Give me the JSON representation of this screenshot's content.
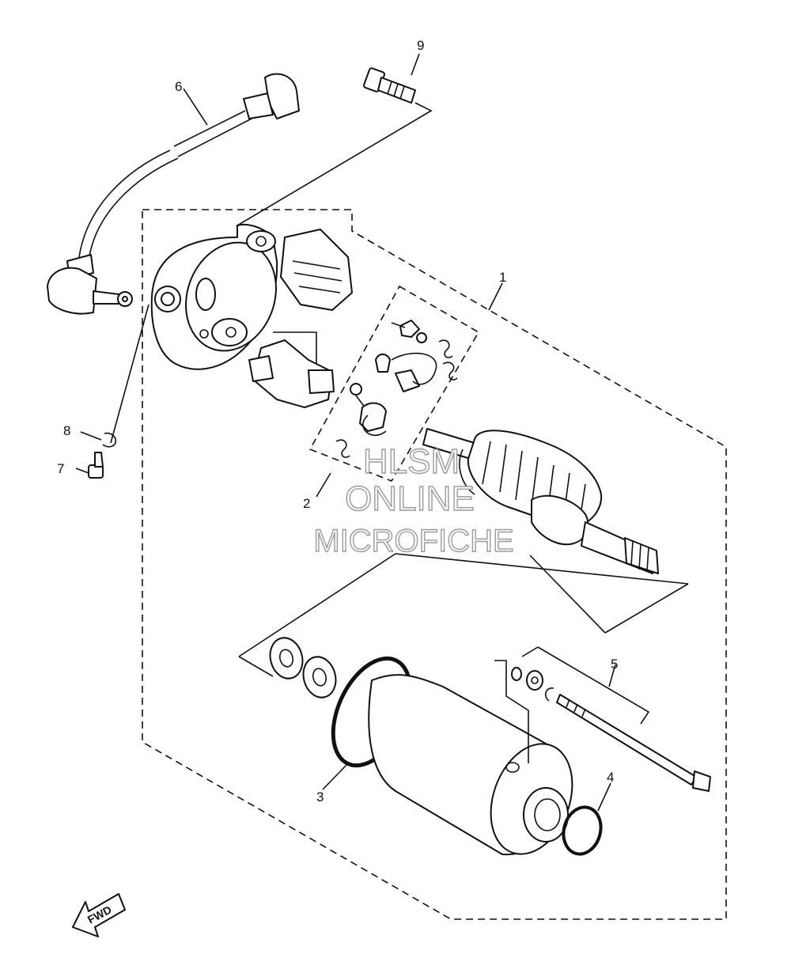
{
  "callouts": [
    "1",
    "2",
    "3",
    "4",
    "5",
    "6",
    "7",
    "8",
    "9"
  ],
  "watermark": {
    "line1": "HLSM",
    "line2": "ONLINE",
    "line3": "MICROFICHE"
  },
  "direction_label": "FWD",
  "colors": {
    "ink": "#111111",
    "watermark": "#9a9a9a",
    "background": "#ffffff"
  }
}
